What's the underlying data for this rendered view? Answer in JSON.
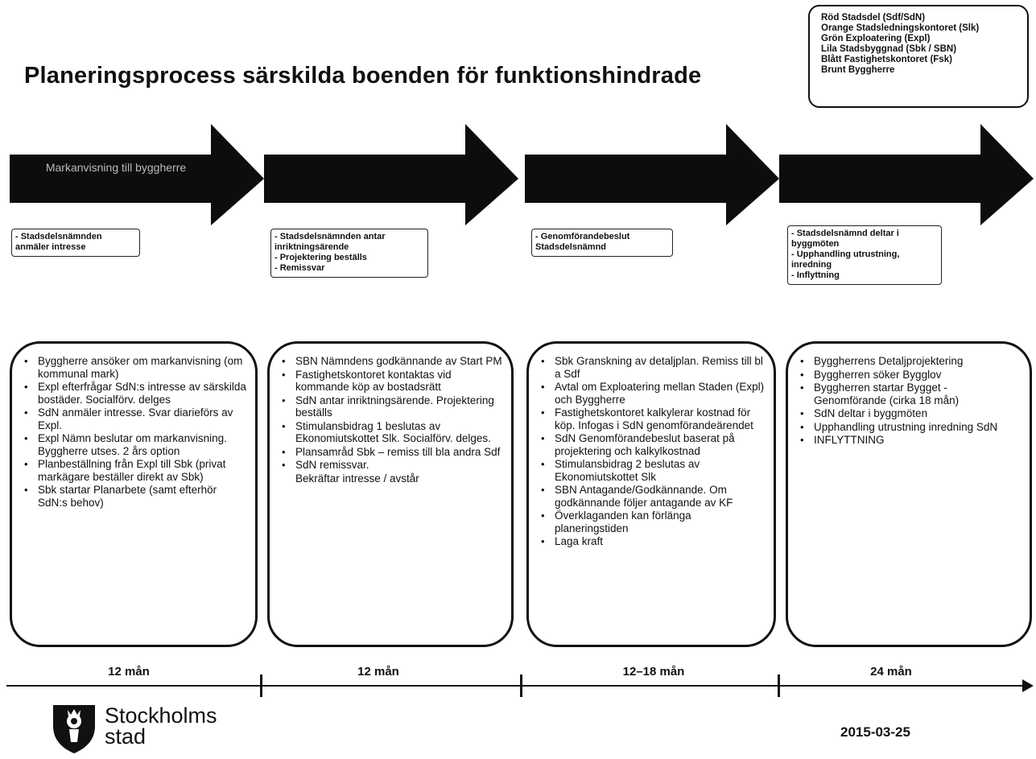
{
  "title": "Planeringsprocess särskilda boenden för funktionshindrade",
  "legend": [
    "Röd Stadsdel (Sdf/SdN)",
    "Orange Stadsledningskontoret (Slk)",
    "Grön Exploatering (Expl)",
    "Lila Stadsbyggnad (Sbk / SBN)",
    "Blått Fastighetskontoret (Fsk)",
    "Brunt Byggherre"
  ],
  "phases": [
    {
      "arrow_label": "Markanvisning till byggherre",
      "small": [
        "- Stadsdelsnämnden",
        "  anmäler intresse"
      ],
      "items": [
        "Byggherre ansöker om markanvisning (om kommunal mark)",
        "Expl efterfrågar SdN:s intresse av särskilda bostäder. Socialförv. delges",
        "SdN anmäler intresse. Svar diarieförs av Expl.",
        "Expl Nämn beslutar om markanvisning. Byggherre utses. 2 års option",
        "Planbeställning från Expl till Sbk (privat markägare beställer direkt av Sbk)",
        "Sbk startar Planarbete (samt efterhör SdN:s behov)"
      ],
      "duration": "12 mån"
    },
    {
      "arrow_label": "",
      "small": [
        "- Stadsdelsnämnden antar",
        "  inriktningsärende",
        "- Projektering beställs",
        "- Remissvar"
      ],
      "items": [
        "SBN Nämndens godkännande av Start PM",
        "Fastighetskontoret kontaktas vid kommande köp av bostadsrätt",
        "SdN antar inriktningsärende. Projektering beställs",
        "Stimulansbidrag 1 beslutas av Ekonomiutskottet Slk. Socialförv. delges.",
        "Plansamråd Sbk – remiss till bla andra Sdf",
        "SdN remissvar.",
        "Bekräftar intresse / avstår"
      ],
      "duration": "12 mån"
    },
    {
      "arrow_label": "",
      "small": [
        "- Genomförandebeslut",
        "  Stadsdelsnämnd"
      ],
      "items": [
        "Sbk Granskning av detaljplan. Remiss till bl a Sdf",
        "Avtal om Exploatering mellan Staden (Expl) och Byggherre",
        "Fastighetskontoret kalkylerar kostnad för köp. Infogas i SdN genomförandeärendet",
        "SdN Genomförandebeslut baserat på projektering och kalkylkostnad",
        "Stimulansbidrag 2 beslutas av Ekonomiutskottet Slk",
        "SBN Antagande/Godkännande. Om godkännande följer antagande av KF",
        "Överklaganden kan förlänga planeringstiden",
        "Laga kraft"
      ],
      "duration": "12–18 mån"
    },
    {
      "arrow_label": "",
      "small": [
        "- Stadsdelsnämnd deltar i",
        "  byggmöten",
        "- Upphandling utrustning,",
        "  inredning",
        "- Inflyttning"
      ],
      "items": [
        "Byggherrens Detaljprojektering",
        "Byggherren söker Bygglov",
        "Byggherren startar Bygget - Genomförande (cirka 18 mån)",
        "SdN deltar i byggmöten",
        "Upphandling utrustning inredning SdN",
        "INFLYTTNING"
      ],
      "duration": "24 mån"
    }
  ],
  "footer": {
    "logo_text_1": "Stockholms",
    "logo_text_2": "stad",
    "date": "2015-03-25"
  }
}
